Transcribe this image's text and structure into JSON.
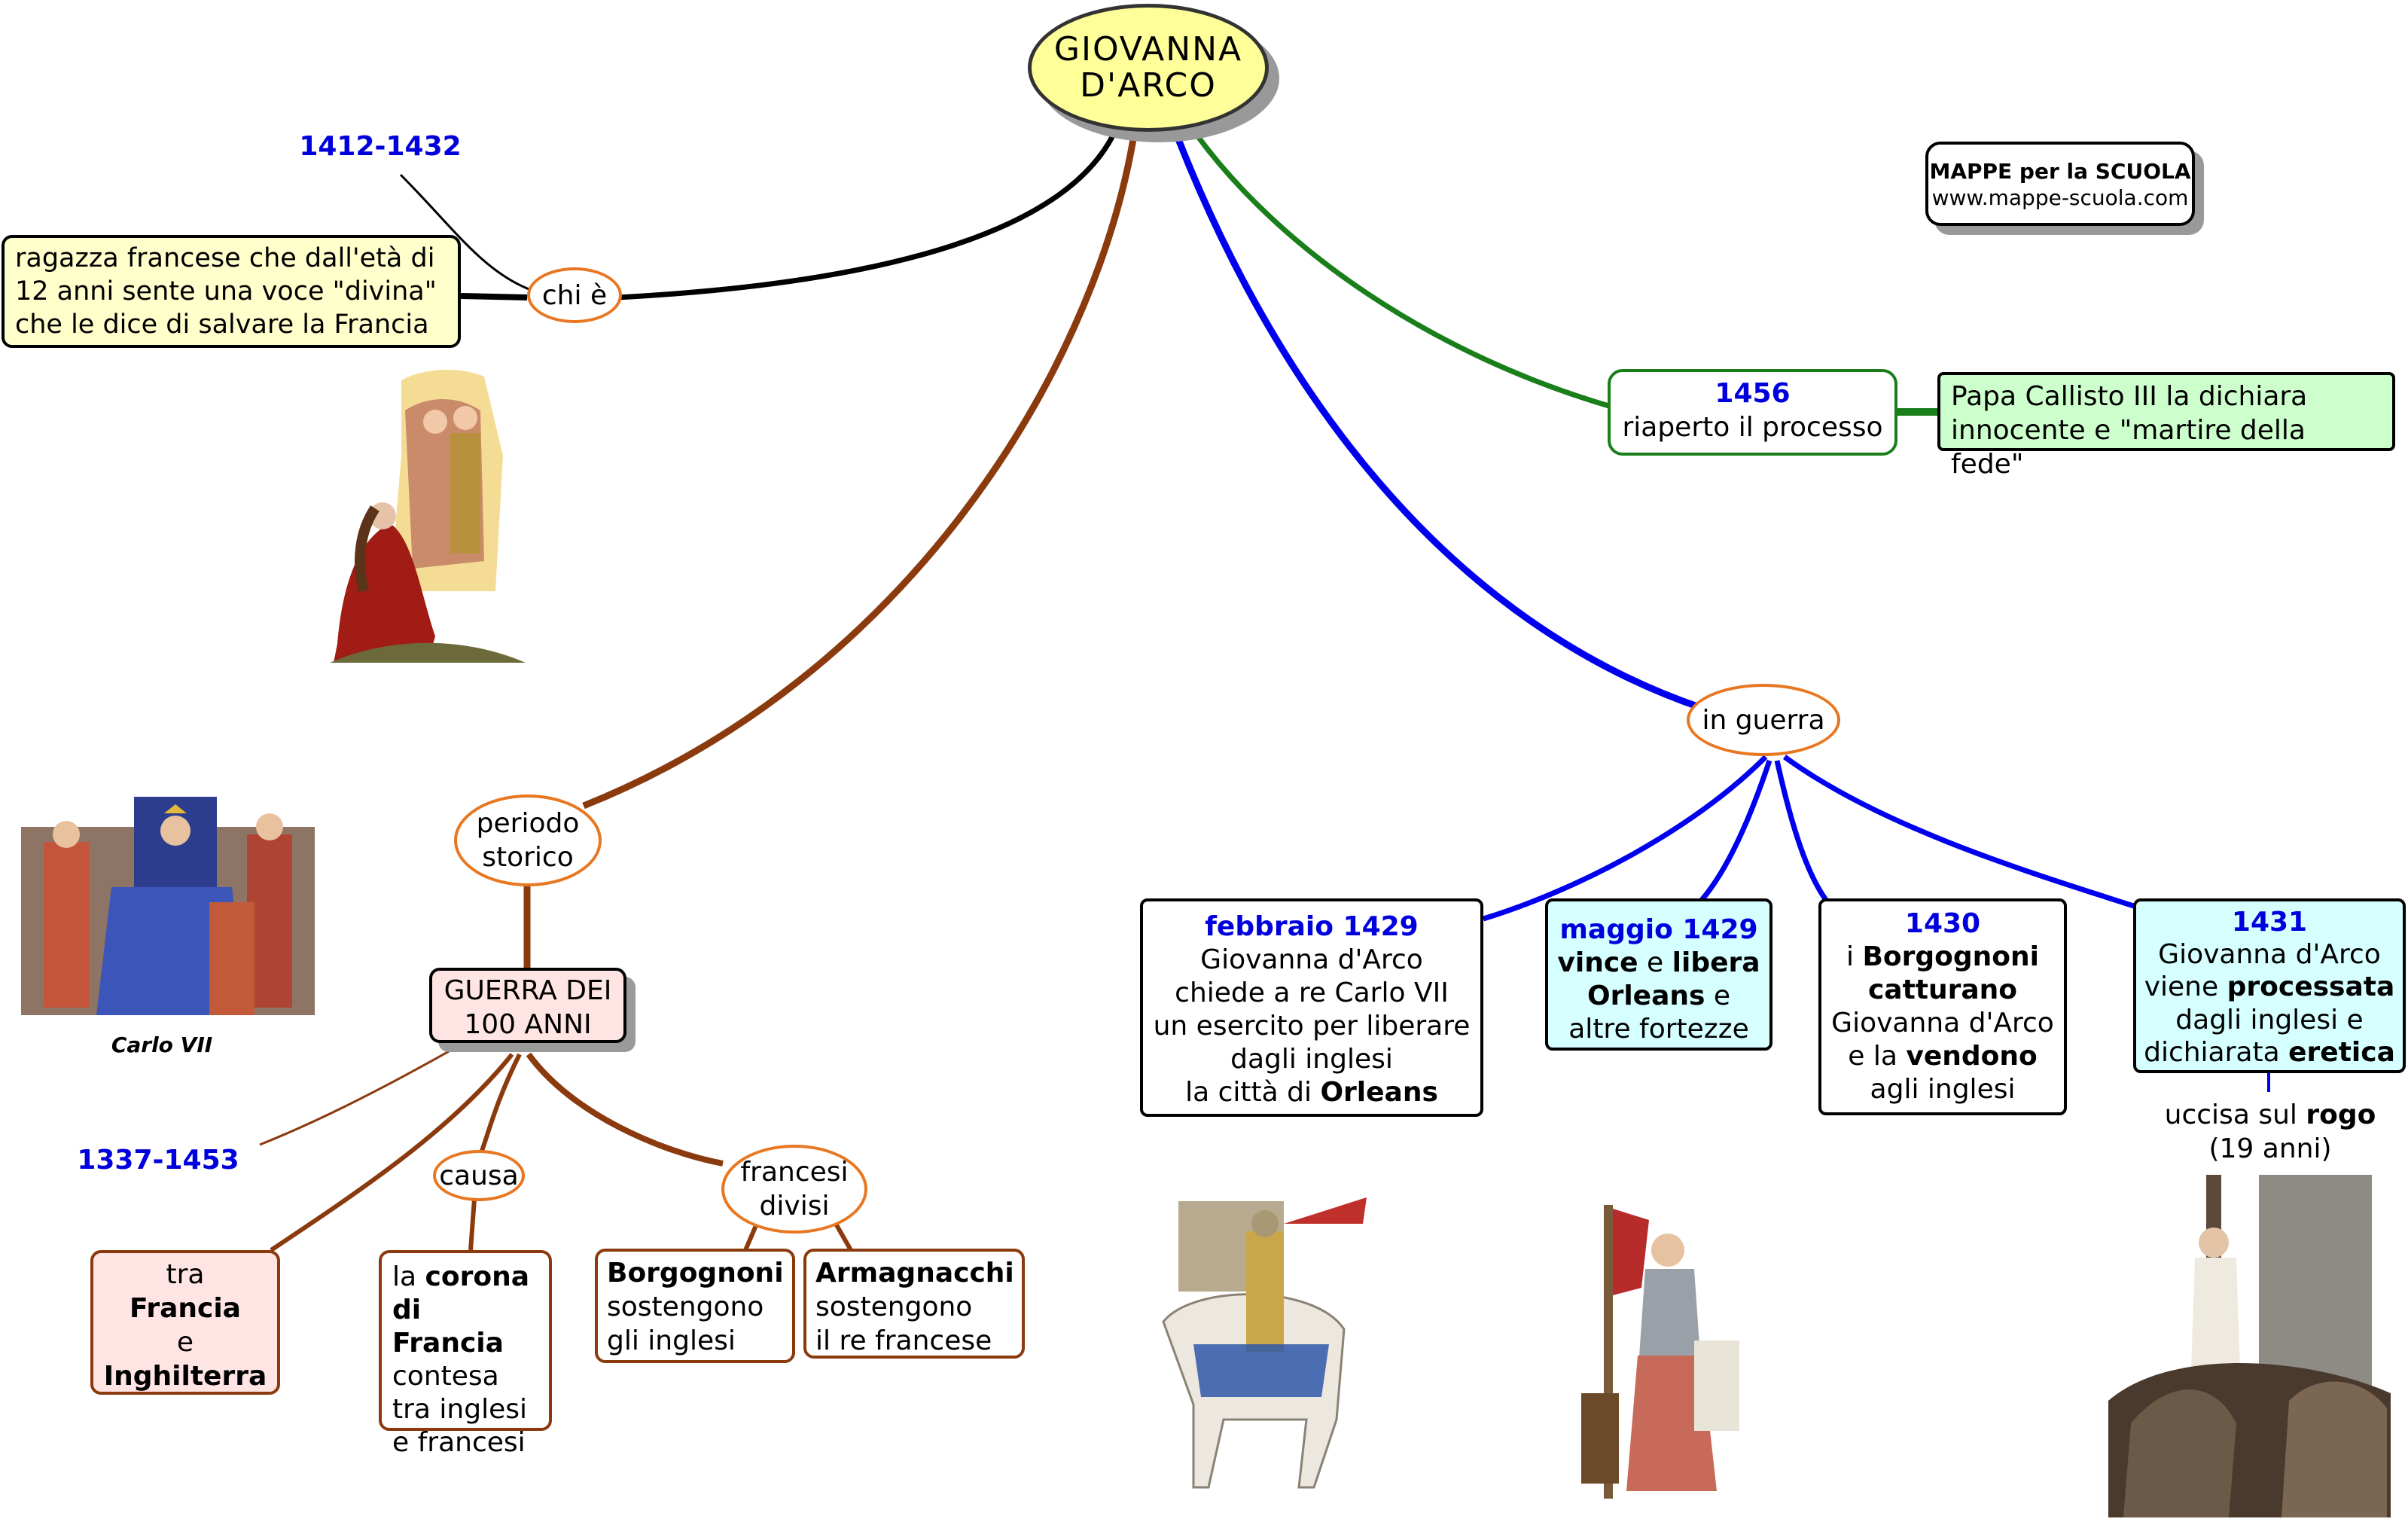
{
  "title": {
    "line1": "GIOVANNA",
    "line2": "D'ARCO"
  },
  "brand": {
    "name": "MAPPE per la SCUOLA",
    "url": "www.mappe-scuola.com"
  },
  "chi_e": {
    "label": "chi è",
    "date": "1412-1432",
    "desc": [
      "ragazza francese che dall'età di",
      "12 anni sente una voce \"divina\"",
      "che le dice di salvare la Francia"
    ]
  },
  "processo": {
    "year": "1456",
    "text": "riaperto il processo",
    "result": [
      "Papa Callisto III la dichiara",
      "innocente e \"martire della fede\""
    ]
  },
  "periodo": {
    "label": [
      "periodo",
      "storico"
    ],
    "war": [
      "GUERRA DEI",
      "100 ANNI"
    ],
    "dates": "1337-1453",
    "between": {
      "l1": "tra",
      "l2": "Francia",
      "l3": "e",
      "l4": "Inghilterra"
    },
    "causa": {
      "label": "causa",
      "text": {
        "a": "la ",
        "b": "corona",
        "c": "di Francia",
        "d": "contesa",
        "e": "tra inglesi",
        "f": "e francesi"
      }
    },
    "divisi": {
      "label": [
        "francesi",
        "divisi"
      ],
      "borgognoni": {
        "name": "Borgognoni",
        "l1": "sostengono",
        "l2": "gli inglesi"
      },
      "armagnacchi": {
        "name": "Armagnacchi",
        "l1": "sostengono",
        "l2": "il re francese"
      }
    },
    "image_caption": "Carlo VII"
  },
  "guerra": {
    "label": "in guerra",
    "events": [
      {
        "date": "febbraio 1429",
        "l1": "Giovanna d'Arco",
        "l2": "chiede a re Carlo VII",
        "l3": "un esercito per liberare",
        "l4": "dagli inglesi",
        "l5a": "la città di ",
        "l5b": "Orleans"
      },
      {
        "date": "maggio 1429",
        "a": "vince",
        "b": " e ",
        "c": "libera",
        "d": "Orleans",
        "e": " e",
        "f": "altre fortezze"
      },
      {
        "date": "1430",
        "a": "i ",
        "b": "Borgognoni",
        "c": "catturano",
        "d": "Giovanna d'Arco",
        "e": "e la ",
        "f": "vendono",
        "g": "agli inglesi"
      },
      {
        "date": "1431",
        "a": "Giovanna d'Arco",
        "b": "viene ",
        "c": "processata",
        "d": "dagli inglesi e",
        "e": "dichiarata ",
        "f": "eretica"
      }
    ],
    "death": {
      "a": "uccisa sul ",
      "b": "rogo",
      "c": "(19 anni)"
    }
  },
  "colors": {
    "black": "#000000",
    "brown": "#8b3a0e",
    "blue": "#0000ee",
    "green": "#1a7f1a",
    "orange": "#e87722",
    "yellow": "#ffff99",
    "pink": "#ffe4e4",
    "cyan": "#d6ffff",
    "lightgreen": "#ccffcc",
    "cream": "#ffffcc"
  }
}
